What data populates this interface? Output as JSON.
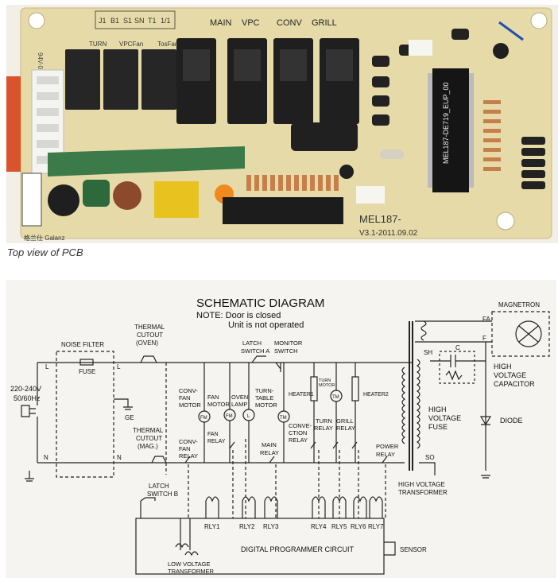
{
  "caption": "Top view of PCB",
  "pcb": {
    "connector_labels": [
      "J1",
      "B1",
      "S1",
      "SN",
      "T1",
      "1/1"
    ],
    "relay_labels": [
      "TURN",
      "VPCFan",
      "TosFan"
    ],
    "big_relay_labels": [
      "MAIN",
      "VPC",
      "CONV",
      "GRILL"
    ],
    "cert_text": "94V-0",
    "brand_text": "格兰仕 Galanz",
    "chip_text": "MEL187-DE719_EUP_00",
    "model_text": "MEL187-",
    "version_text": "V3.1-2011.09.02",
    "colors": {
      "board": "#e8ddb0",
      "relay": "#2a2a2a",
      "trace": "#c9a84b"
    }
  },
  "schematic": {
    "title": "SCHEMATIC DIAGRAM",
    "note_line1": "NOTE: Door is closed",
    "note_line2": "Unit is not operated",
    "magnetron": "MAGNETRON",
    "fa": "FA",
    "f": "F",
    "thermal_oven": [
      "THERMAL",
      "CUTOUT",
      "(OVEN)"
    ],
    "noise_filter": "NOISE FILTER",
    "fuse": "FUSE",
    "l_left": "L",
    "l_right": "L",
    "n_left": "N",
    "n_right": "N",
    "supply": [
      "220-240V",
      "50/60Hz"
    ],
    "ge": "GE",
    "latch_a": [
      "LATCH",
      "SWITCH A"
    ],
    "monitor_switch": [
      "MONITOR",
      "SWITCH"
    ],
    "conv_fan_motor": [
      "CONV-",
      "FAN",
      "MOTOR"
    ],
    "fan_motor": [
      "FAN",
      "MOTOR"
    ],
    "oven_lamp": [
      "OVEN",
      "LAMP"
    ],
    "turntable_motor": [
      "TURN-",
      "TABLE",
      "MOTOR"
    ],
    "heater1": "HEATER1",
    "turn_motor_small": [
      "TURN",
      "MOTOR"
    ],
    "heater2": "HEATER2",
    "sh": "SH",
    "c": "C",
    "hv_capacitor": [
      "HIGH",
      "VOLTAGE",
      "CAPACITOR"
    ],
    "hv_fuse": [
      "HIGH",
      "VOLTAGE",
      "FUSE"
    ],
    "diode": "DIODE",
    "thermal_mag": [
      "THERMAL",
      "CUTOUT",
      "(MAG.)"
    ],
    "fan_relay": [
      "FAN",
      "RELAY"
    ],
    "conv_fan_relay": [
      "CONV-",
      "FAN",
      "RELAY"
    ],
    "main_relay": [
      "MAIN",
      "RELAY"
    ],
    "convection_relay": [
      "CONVE-",
      "CTION",
      "RELAY"
    ],
    "turn_relay": [
      "TURN",
      "RELAY"
    ],
    "grill_relay": [
      "GRILL",
      "RELAY"
    ],
    "power_relay": [
      "POWER",
      "RELAY"
    ],
    "so": "SO",
    "hv_transformer": [
      "HIGH VOLTAGE",
      "TRANSFORMER"
    ],
    "latch_b": [
      "LATCH",
      "SWITCH B"
    ],
    "rly_labels": [
      "RLY1",
      "RLY2",
      "RLY3",
      "RLY4",
      "RLY5",
      "RLY6",
      "RLY7"
    ],
    "digital_circuit": "DIGITAL PROGRAMMER CIRCUIT",
    "sensor": "SENSOR",
    "lv_transformer": [
      "LOW VOLTAGE",
      "TRANSFORMER"
    ],
    "fm": "FM",
    "tm": "TM",
    "l_lamp": "L"
  }
}
